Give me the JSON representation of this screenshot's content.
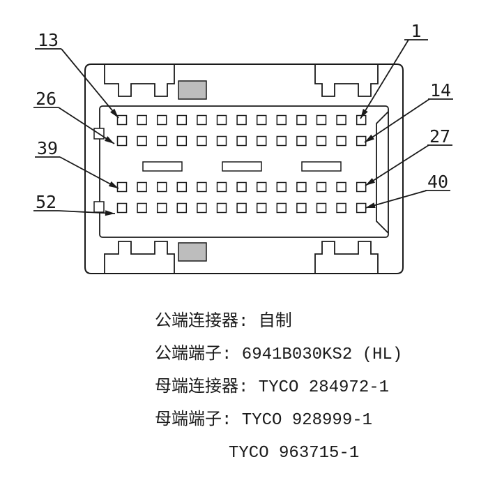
{
  "title": "connector-pinout-diagram",
  "connector": {
    "rows": 4,
    "cols": 13,
    "total_pins": 52
  },
  "callouts": [
    {
      "label": "13",
      "target": "row1-left-pin"
    },
    {
      "label": "1",
      "target": "row1-right-pin"
    },
    {
      "label": "26",
      "target": "row2-left-pin"
    },
    {
      "label": "14",
      "target": "row2-right-pin"
    },
    {
      "label": "39",
      "target": "row3-left-pin"
    },
    {
      "label": "27",
      "target": "row3-right-pin"
    },
    {
      "label": "52",
      "target": "row4-left-pin"
    },
    {
      "label": "40",
      "target": "row4-right-pin"
    }
  ],
  "notes": [
    "公端连接器: 自制",
    "公端端子: 6941B030KS2 (HL)",
    "母端连接器: TYCO 284972-1",
    "母端端子: TYCO 928999-1",
    "TYCO 963715-1"
  ],
  "colors": {
    "line": "#1a1a1a",
    "shaded_block": "#bdbdbd",
    "background": "#ffffff"
  }
}
